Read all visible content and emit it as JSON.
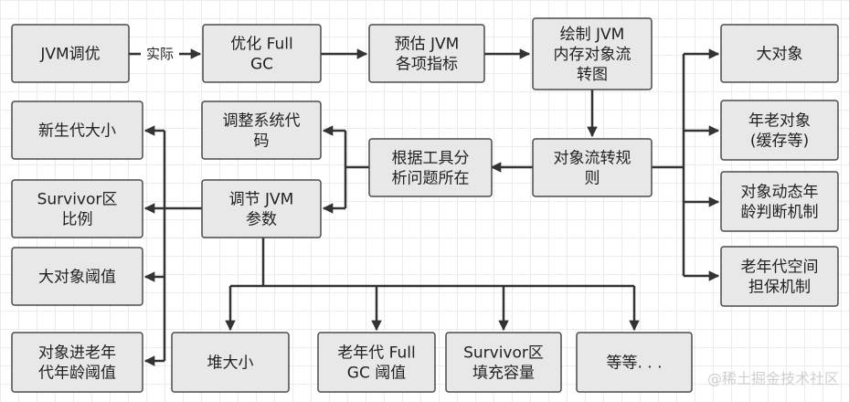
{
  "nodes": {
    "jvm_tuning": [
      "JVM调优"
    ],
    "optimize_full_gc": [
      "优化 Full",
      "GC"
    ],
    "estimate_metrics": [
      "预估 JVM",
      "各项指标"
    ],
    "draw_flow": [
      "绘制 JVM",
      "内存对象流",
      "转图"
    ],
    "big_object": [
      "大对象"
    ],
    "old_age_object": [
      "年老对象",
      "(缓存等)"
    ],
    "dynamic_age": [
      "对象动态年",
      "龄判断机制"
    ],
    "old_gen_guarantee": [
      "老年代空间",
      "担保机制"
    ],
    "flow_rules": [
      "对象流转规",
      "则"
    ],
    "analyze_tools": [
      "根据工具分",
      "析问题所在"
    ],
    "adjust_code": [
      "调整系统代",
      "码"
    ],
    "tune_params": [
      "调节 JVM",
      "参数"
    ],
    "young_gen_size": [
      "新生代大小"
    ],
    "survivor_ratio": [
      "Survivor区",
      "比例"
    ],
    "big_object_threshold": [
      "大对象阈值"
    ],
    "tenure_threshold": [
      "对象进老年",
      "代年龄阈值"
    ],
    "heap_size": [
      "堆大小"
    ],
    "old_full_gc_threshold": [
      "老年代 Full",
      "GC 阈值"
    ],
    "survivor_fill": [
      "Survivor区",
      "填充容量"
    ],
    "etc": [
      "等等. . ."
    ]
  },
  "edge_labels": {
    "practice": "实际"
  },
  "watermark": "@稀土掘金技术社区"
}
